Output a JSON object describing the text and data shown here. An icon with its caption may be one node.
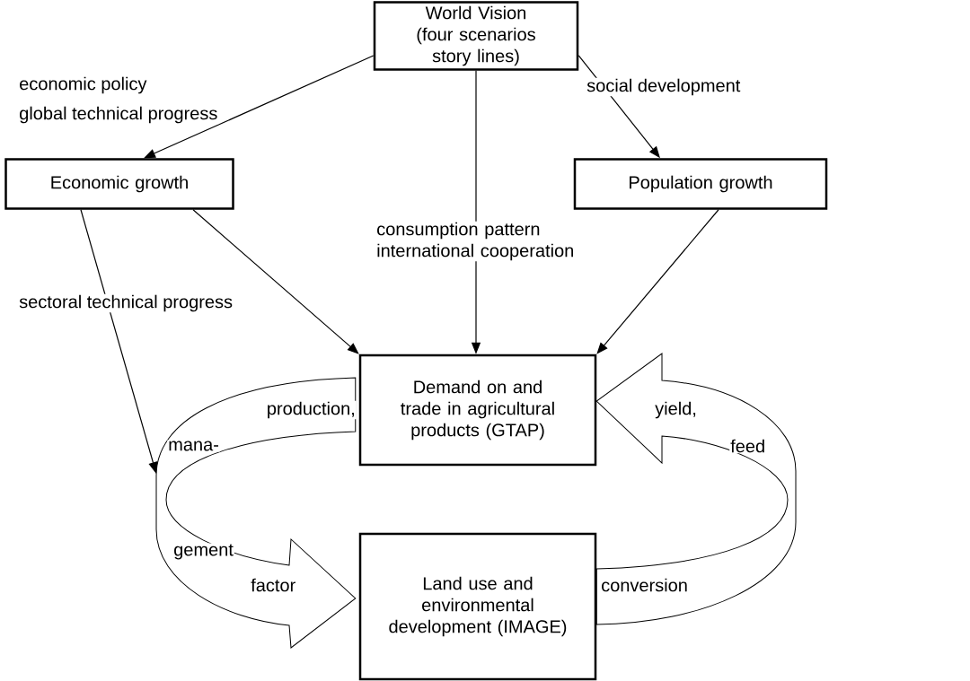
{
  "diagram": {
    "nodes": [
      {
        "text": [
          "World Vision (four scenarios story lines)"
        ]
      },
      {
        "text": [
          "Economic growth"
        ]
      },
      {
        "text": [
          "Population growth"
        ]
      },
      {
        "text": [
          "Demand on and trade in agricultural products (GTAP)"
        ]
      },
      {
        "text": [
          "Land use and environmental development (IMAGE)"
        ]
      }
    ],
    "edges": [
      {
        "from": 0,
        "to": 1,
        "arrow": "to"
      },
      {
        "from": 0,
        "to": 2,
        "arrow": "to",
        "label": "social development"
      },
      {
        "from": 0,
        "to": 3,
        "arrow": "to",
        "label": "consumption pattern international cooperation"
      },
      {
        "from": 1,
        "to": 3,
        "arrow": "to"
      },
      {
        "from": 2,
        "to": 3,
        "arrow": "to"
      },
      {
        "from": 1,
        "to": null,
        "arrow": "to",
        "label": "sectoral technical progress"
      },
      {
        "from": 3,
        "to": 4,
        "arrow": "to"
      },
      {
        "from": 4,
        "to": 3,
        "arrow": "to"
      }
    ],
    "labels": [
      "economic policy",
      "global technical progress",
      "production,",
      "yield,",
      "mana-",
      "feed",
      "gement",
      "factor",
      "conversion"
    ]
  }
}
